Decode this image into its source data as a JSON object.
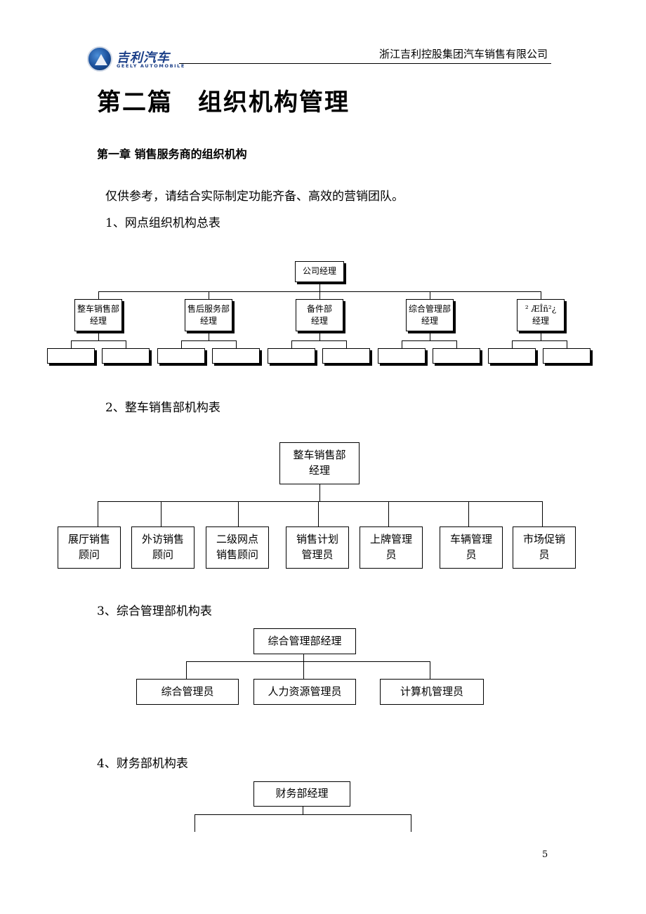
{
  "header": {
    "logo_cn": "吉利汽车",
    "logo_en": "GEELY AUTOMOBILE",
    "company": "浙江吉利控股集团汽车销售有限公司"
  },
  "part_title": "第二篇　组织机构管理",
  "chapter_title": "第一章 销售服务商的组织机构",
  "intro": "仅供参考，请结合实际制定功能齐备、高效的营销团队。",
  "chart1": {
    "heading": "1、网点组织机构总表",
    "top": "公司经理",
    "departments": [
      {
        "line1": "整车销售部",
        "line2": "经理"
      },
      {
        "line1": "售后服务部",
        "line2": "经理"
      },
      {
        "line1": "备件部",
        "line2": "经理"
      },
      {
        "line1": "综合管理部",
        "line2": "经理"
      },
      {
        "line1": "² ÆÎñ²¿",
        "line2": "经理"
      }
    ]
  },
  "chart2": {
    "heading": "2、整车销售部机构表",
    "top_line1": "整车销售部",
    "top_line2": "经理",
    "children": [
      {
        "line1": "展厅销售",
        "line2": "顾问"
      },
      {
        "line1": "外访销售",
        "line2": "顾问"
      },
      {
        "line1": "二级网点",
        "line2": "销售顾问"
      },
      {
        "line1": "销售计划",
        "line2": "管理员"
      },
      {
        "line1": "上牌管理",
        "line2": "员"
      },
      {
        "line1": "车辆管理",
        "line2": "员"
      },
      {
        "line1": "市场促销",
        "line2": "员"
      }
    ]
  },
  "chart3": {
    "heading": "3、综合管理部机构表",
    "top": "综合管理部经理",
    "children": [
      "综合管理员",
      "人力资源管理员",
      "计算机管理员"
    ]
  },
  "chart4": {
    "heading": "4、财务部机构表",
    "top": "财务部经理"
  },
  "page_number": "5"
}
